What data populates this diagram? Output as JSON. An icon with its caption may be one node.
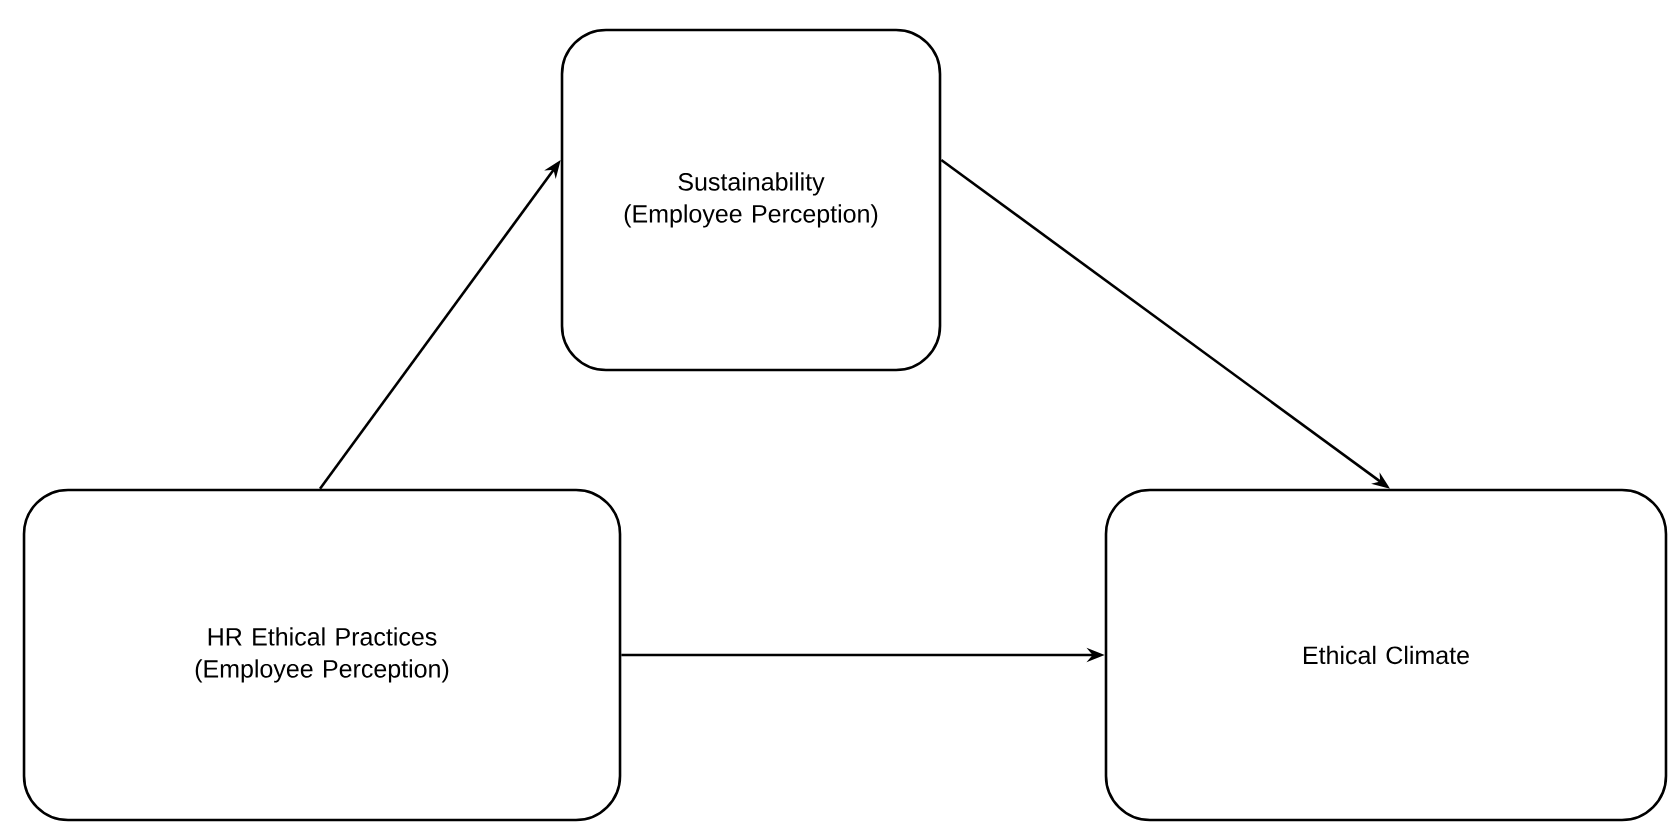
{
  "diagram": {
    "nodes": [
      {
        "text": [
          "Sustainability (Employee Perception)"
        ]
      },
      {
        "text": [
          "HR Ethical Practices (Employee Perception)"
        ]
      },
      {
        "text": [
          "Ethical Climate"
        ]
      }
    ],
    "edges": [
      {
        "from": 1,
        "to": 0,
        "arrow": "to"
      },
      {
        "from": 0,
        "to": 2,
        "arrow": "to"
      },
      {
        "from": 1,
        "to": 2,
        "arrow": "to"
      }
    ]
  }
}
